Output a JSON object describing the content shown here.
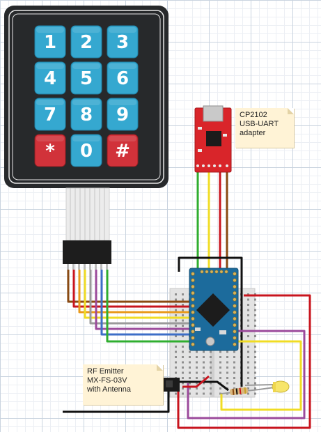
{
  "keypad": {
    "rows": [
      [
        "1",
        "2",
        "3"
      ],
      [
        "4",
        "5",
        "6"
      ],
      [
        "7",
        "8",
        "9"
      ],
      [
        "*",
        "0",
        "#"
      ]
    ]
  },
  "notes": {
    "usb_uart": [
      "CP2102",
      "USB-UART",
      "adapter"
    ],
    "rf_emitter": [
      "RF Emitter",
      "MX-FS-03V",
      "with Antenna"
    ]
  },
  "colors": {
    "keypad_body": "#27292b",
    "key_blue": "#35a8d0",
    "key_red": "#d1323a",
    "arduino": "#1c6b9c",
    "usb_board": "#d9252a",
    "wire_red": "#c8141e",
    "wire_black": "#111111",
    "wire_green": "#2fae2f",
    "wire_yellow": "#f0dc24",
    "wire_brown": "#8a4a12",
    "wire_purple": "#9b4a9b",
    "wire_blue": "#3d6ec7",
    "wire_gray": "#9a9a9a",
    "wire_orange": "#e99a1b",
    "led": "#f7e56a"
  }
}
